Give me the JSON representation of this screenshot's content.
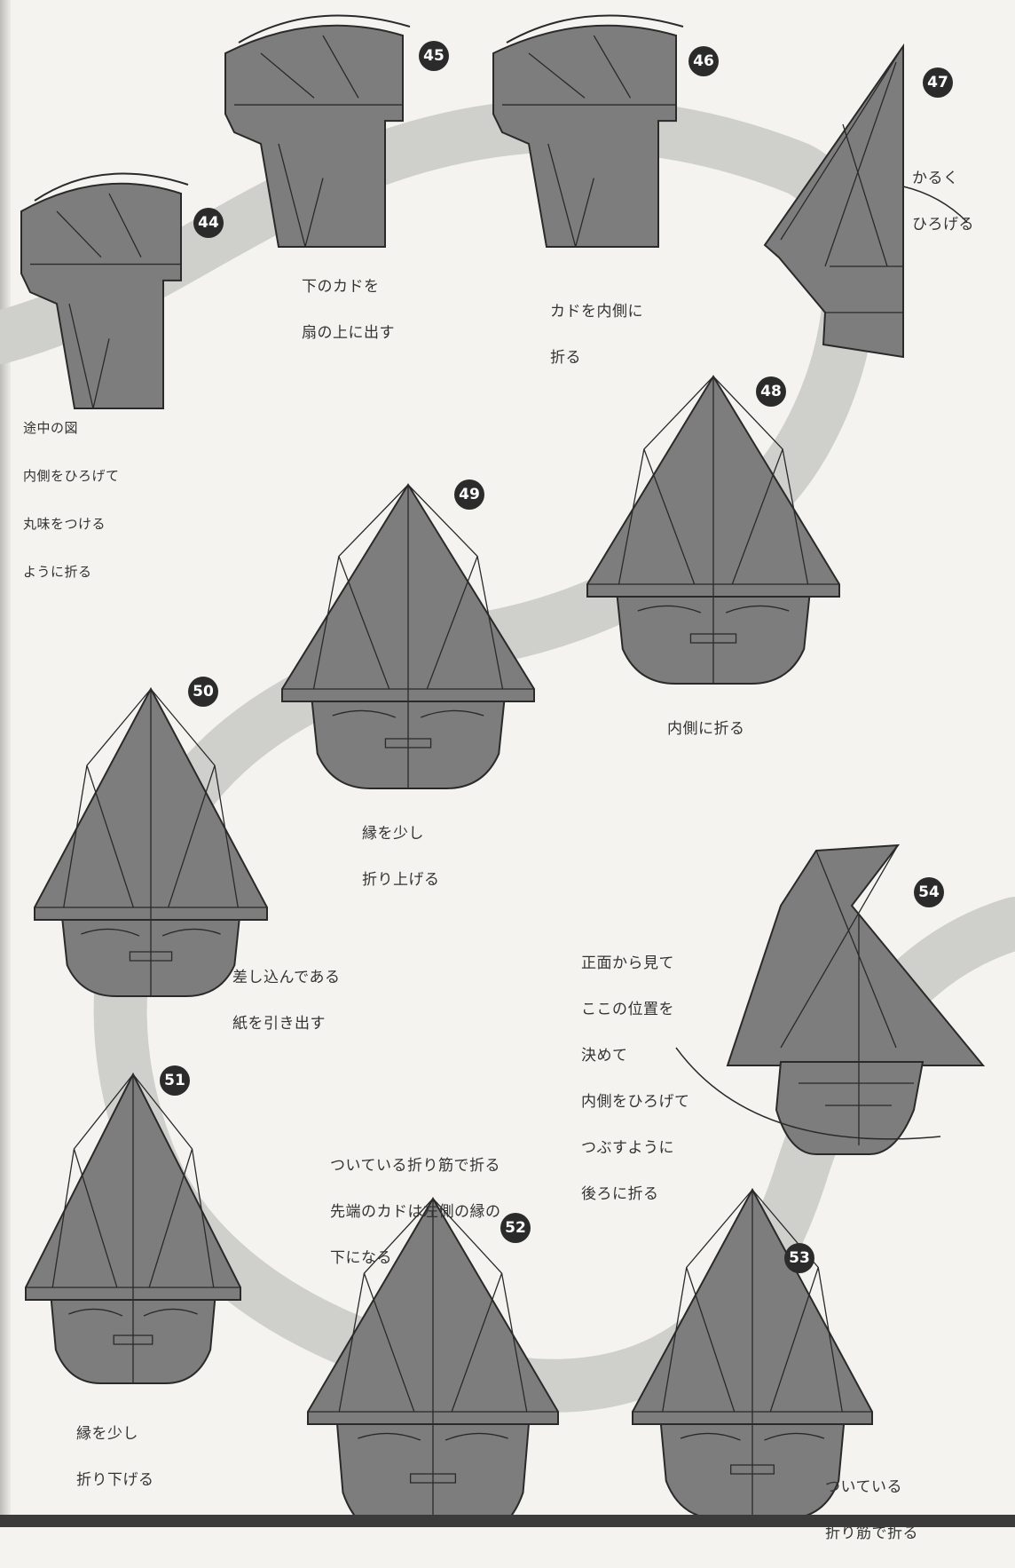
{
  "steps": [
    {
      "num": "44",
      "caption": [
        "途中の図",
        "内側をひろげて",
        "丸味をつける",
        "ように折る"
      ]
    },
    {
      "num": "45",
      "caption": [
        "下のカドを",
        "扇の上に出す"
      ]
    },
    {
      "num": "46",
      "caption": [
        "カドを内側に",
        "折る"
      ]
    },
    {
      "num": "47",
      "caption": [
        "かるく",
        "ひろげる"
      ]
    },
    {
      "num": "48",
      "caption": [
        "内側に折る"
      ]
    },
    {
      "num": "49",
      "caption": [
        "縁を少し",
        "折り上げる"
      ]
    },
    {
      "num": "50",
      "caption": [
        "差し込んである",
        "紙を引き出す"
      ]
    },
    {
      "num": "51",
      "caption": [
        "縁を少し",
        "折り下げる"
      ]
    },
    {
      "num": "52",
      "caption": [
        "ついている折り筋で折る",
        "先端のカドは左側の縁の",
        "下になる"
      ]
    },
    {
      "num": "53",
      "caption": [
        "ついている",
        "折り筋で折る"
      ]
    },
    {
      "num": "54",
      "caption": [
        "正面から見て",
        "ここの位置を",
        "決めて",
        "内側をひろげて",
        "つぶすように",
        "後ろに折る"
      ]
    }
  ],
  "colors": {
    "paper": "#7d7d7d",
    "paper_dark": "#5f5f5f",
    "line": "#2a2a2a",
    "path_band": "#cfcfcc",
    "background": "#f4f3ef"
  }
}
